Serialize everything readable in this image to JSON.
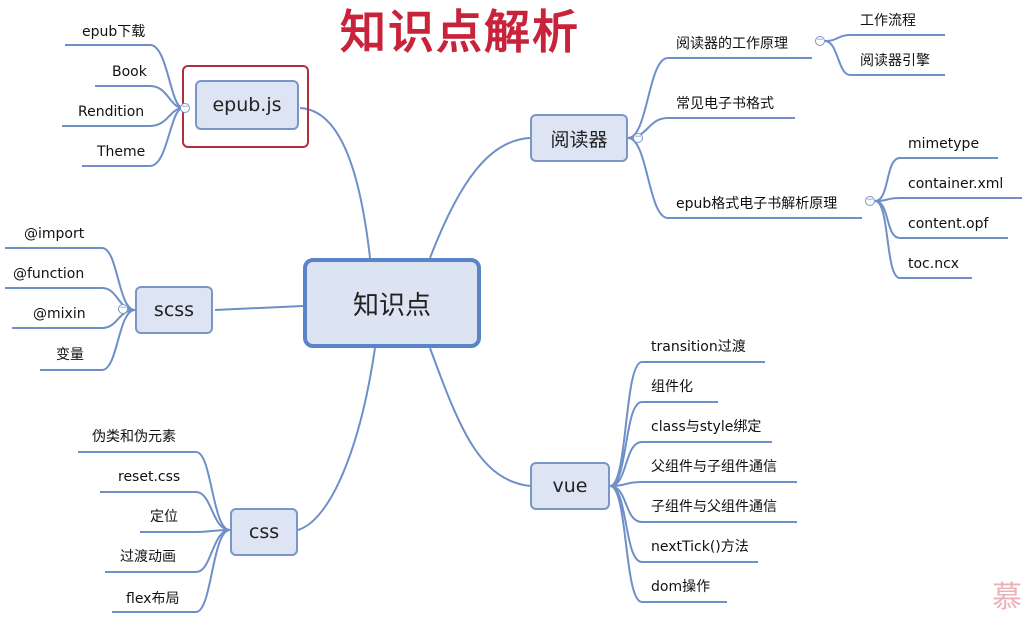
{
  "title": "知识点解析",
  "center": "知识点",
  "branches": {
    "epub": {
      "label": "epub.js",
      "leaves": [
        "epub下载",
        "Book",
        "Rendition",
        "Theme"
      ]
    },
    "scss": {
      "label": "scss",
      "leaves": [
        "@import",
        "@function",
        "@mixin",
        "变量"
      ]
    },
    "css": {
      "label": "css",
      "leaves": [
        "伪类和伪元素",
        "reset.css",
        "定位",
        "过渡动画",
        "flex布局"
      ]
    },
    "reader": {
      "label": "阅读器",
      "principle": {
        "label": "阅读器的工作原理",
        "leaves": [
          "工作流程",
          "阅读器引擎"
        ]
      },
      "formats": "常见电子书格式",
      "parse": {
        "label": "epub格式电子书解析原理",
        "leaves": [
          "mimetype",
          "container.xml",
          "content.opf",
          "toc.ncx"
        ]
      }
    },
    "vue": {
      "label": "vue",
      "leaves": [
        "transition过渡",
        "组件化",
        "class与style绑定",
        "父组件与子组件通信",
        "子组件与父组件通信",
        "nextTick()方法",
        "dom操作"
      ]
    }
  },
  "collapse_symbol": "−",
  "watermark": "慕",
  "colors": {
    "title": "#c8233a",
    "line": "#6f8fc8",
    "node_fill": "#dde4f3",
    "highlight": "#b0303f"
  }
}
